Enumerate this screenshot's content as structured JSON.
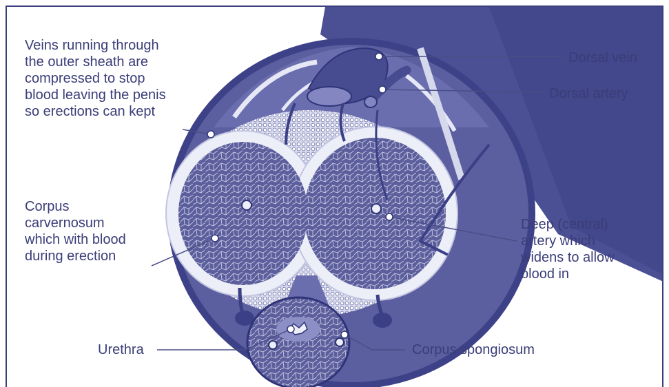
{
  "colors": {
    "frame": "#3b3f7d",
    "label_text": "#3a3d78",
    "leader_line": "#4a4e86",
    "sheath_fill": "#5b5fa0",
    "sheath_dark": "#3d4188",
    "tissue_fill": "#5c5f9c",
    "tissue_line": "#c9cbe6",
    "white_band": "#eceef8",
    "vessel": "#3a3f86"
  },
  "labels": {
    "veins_note": "Veins running through\nthe outer sheath are\ncompressed to stop\nblood leaving the penis\nso erections can kept",
    "corpus_cavernosum": "Corpus\ncarvernosum\nwhich with blood\nduring erection",
    "urethra": "Urethra",
    "dorsal_vein": "Dorsal vein",
    "dorsal_artery": "Dorsal artery",
    "deep_artery": "Deep (central)\nartery which\nwidens to allow\nblood in",
    "corpus_spongiosum": "Corpus spongiosum"
  }
}
